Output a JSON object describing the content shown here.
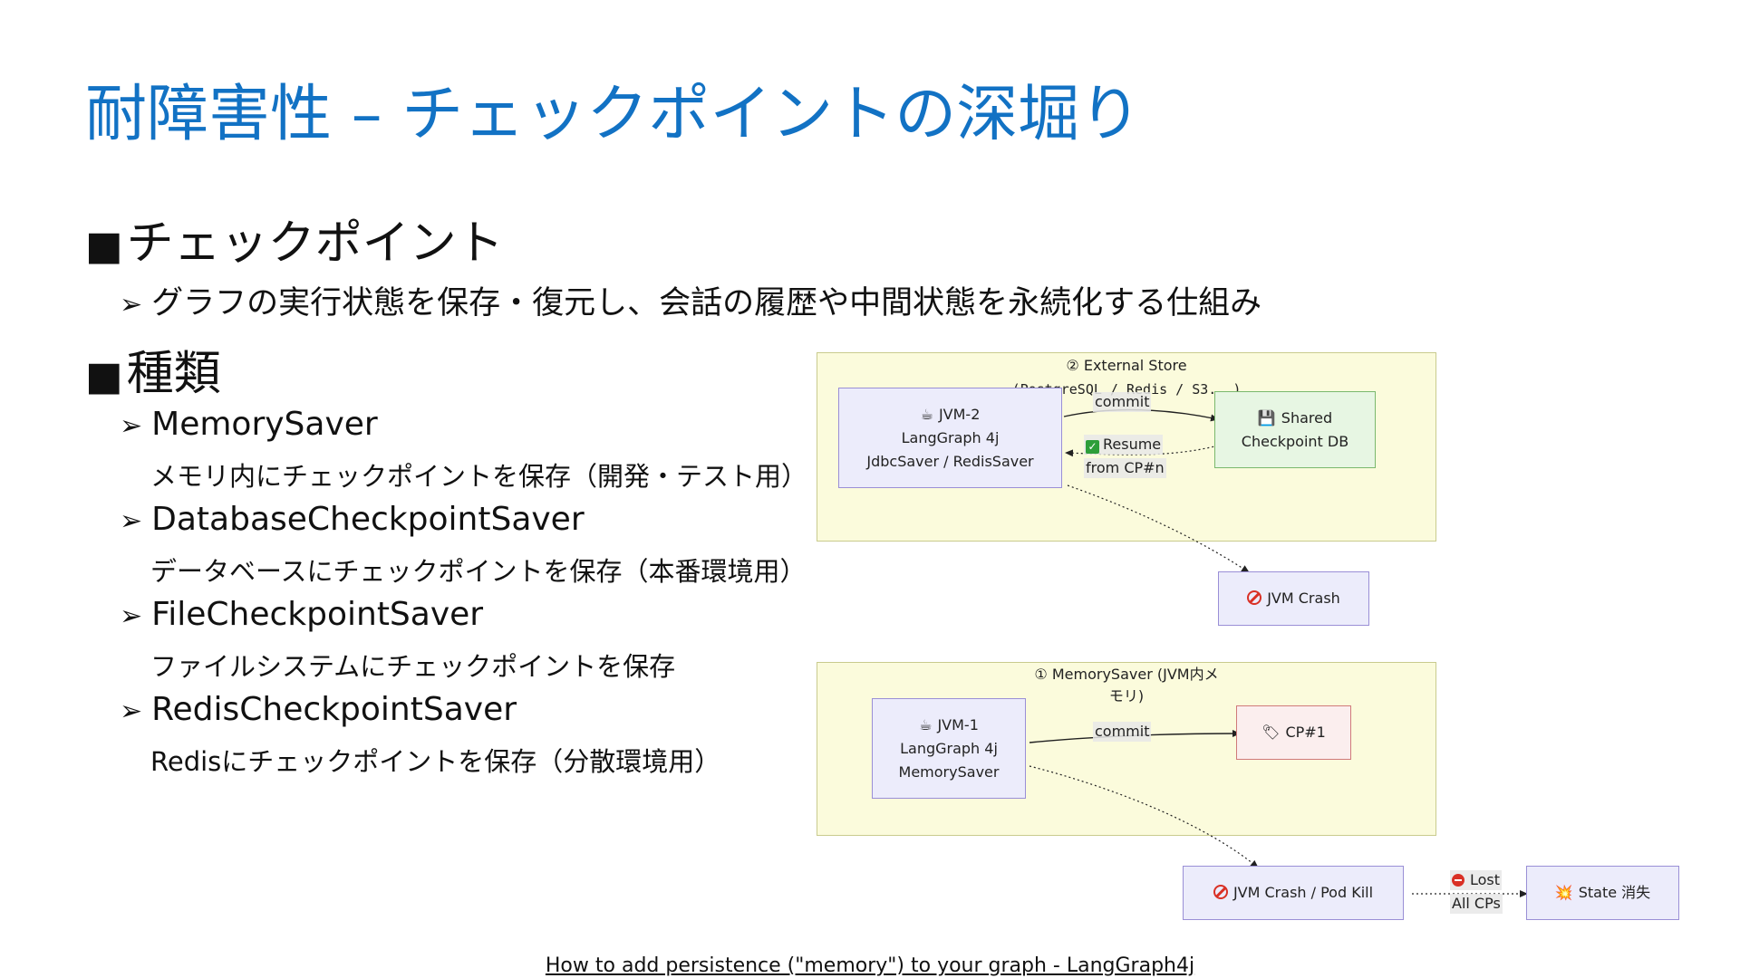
{
  "title": "耐障害性 – チェックポイントの深堀り",
  "section_checkpoint": {
    "marker": "■",
    "heading": "チェックポイント",
    "sub_marker": "➢",
    "sub": "グラフの実行状態を保存・復元し、会話の履歴や中間状態を永続化する仕組み"
  },
  "section_types": {
    "marker": "■",
    "heading": "種類",
    "items": [
      {
        "marker": "➢",
        "name": "MemorySaver",
        "desc": "メモリ内にチェックポイントを保存（開発・テスト用）"
      },
      {
        "marker": "➢",
        "name": "DatabaseCheckpointSaver",
        "desc": "データベースにチェックポイントを保存（本番環境用）"
      },
      {
        "marker": "➢",
        "name": "FileCheckpointSaver",
        "desc": "ファイルシステムにチェックポイントを保存"
      },
      {
        "marker": "➢",
        "name": "RedisCheckpointSaver",
        "desc": "Redisにチェックポイントを保存（分散環境用）"
      }
    ]
  },
  "diagram": {
    "external_store": {
      "title_line1": "② External Store",
      "title_line2": "(PostgreSQL / Redis / S3...)",
      "jvm2": {
        "icon": "☕",
        "line1": "JVM-2",
        "line2": "LangGraph 4j",
        "line3": "JdbcSaver / RedisSaver"
      },
      "shared_db": {
        "icon": "💾",
        "line1": "Shared",
        "line2": "Checkpoint DB"
      },
      "commit_label": "commit",
      "resume_label_line1": "Resume",
      "resume_label_line2": "from CP#n"
    },
    "jvm_crash_2": {
      "label": "JVM Crash"
    },
    "memory_saver": {
      "title_line1": "① MemorySaver (JVM内メ",
      "title_line2": "モリ)",
      "jvm1": {
        "icon": "☕",
        "line1": "JVM-1",
        "line2": "LangGraph 4j",
        "line3": "MemorySaver"
      },
      "cp1": {
        "icon": "🏷",
        "label": "CP#1"
      },
      "commit_label": "commit"
    },
    "jvm_crash_1": {
      "label": "JVM Crash / Pod Kill"
    },
    "lost_label_line1": "Lost",
    "lost_label_line2": "All CPs",
    "state_lost": {
      "icon": "💥",
      "label": "State 消失"
    }
  },
  "footer_link": "How to add persistence (\"memory\") to your graph - LangGraph4j",
  "colors": {
    "title": "#1272c4",
    "cluster_bg": "#fbfbdc",
    "node_bg": "#ececfb",
    "db_bg": "#e7f6e3",
    "cp_bg": "#fbeeee"
  }
}
